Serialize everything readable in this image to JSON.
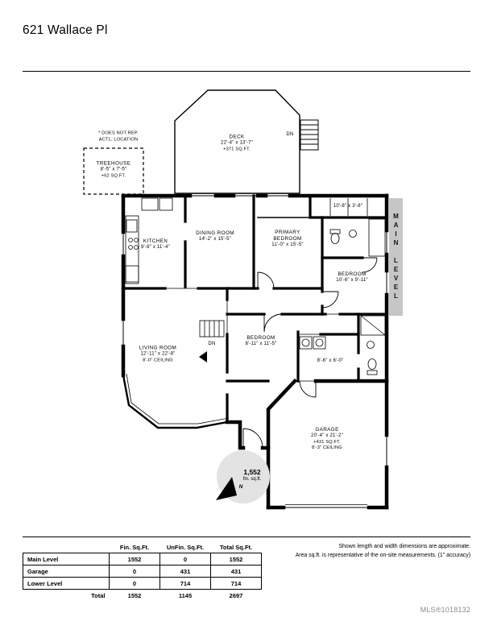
{
  "title": "621 Wallace Pl",
  "plan": {
    "note_line1": "* DOES NOT REP.",
    "note_line2": "ACTL. LOCATION",
    "treehouse": {
      "name": "TREEHOUSE",
      "dims": "8'-5\" x 7'-5\"",
      "area": "+62 SQ.FT."
    },
    "deck": {
      "name": "DECK",
      "dims": "22'-4\" x 13'-7\"",
      "area": "+371 SQ.FT."
    },
    "deck_dn": "DN",
    "closet_dims": "10'-8\" x 3'-8\"",
    "kitchen": {
      "name": "KITCHEN",
      "dims": "9'-8\" x 11'-4\""
    },
    "dining": {
      "name": "DINING ROOM",
      "dims": "14'-2\" x 15'-5\""
    },
    "primary": {
      "name1": "PRIMARY",
      "name2": "BEDROOM",
      "dims": "11'-0\" x 15'-5\""
    },
    "bedroom_right": {
      "name": "BEDROOM",
      "dims": "10'-6\" x 9'-11\""
    },
    "bedroom_mid": {
      "name": "BEDROOM",
      "dims": "8'-11\" x 11'-5\""
    },
    "hall_dims": "8'-6\" x 6'-0\"",
    "living": {
      "name": "LIVING ROOM",
      "dims": "12'-11\" x 22'-8\"",
      "ceiling": "8'-0\" CEILING"
    },
    "living_dn": "DN",
    "garage": {
      "name": "GARAGE",
      "dims": "20'-4\" x 21'-2\"",
      "area": "+431 SQ.FT.",
      "ceiling": "8'-3\" CEILING"
    },
    "level_label": "MAIN LEVEL",
    "compass": {
      "value": "1,552",
      "unit": "fin. sq.ft.",
      "north": "N"
    }
  },
  "table": {
    "headers": [
      "Fin. Sq.Ft.",
      "UnFin. Sq.Ft.",
      "Total Sq.Ft."
    ],
    "rows": [
      {
        "label": "Main Level",
        "fin": "1552",
        "unfin": "0",
        "total": "1552"
      },
      {
        "label": "Garage",
        "fin": "0",
        "unfin": "431",
        "total": "431"
      },
      {
        "label": "Lower Level",
        "fin": "0",
        "unfin": "714",
        "total": "714"
      }
    ],
    "total": {
      "label": "Total",
      "fin": "1552",
      "unfin": "1145",
      "total": "2697"
    }
  },
  "footer": {
    "note1": "Shown length and width dimensions are approximate.",
    "note2": "Area sq.ft. is representative of the on-site measurements. (1\" accuracy)",
    "mls": "MLS®1018132"
  },
  "colors": {
    "level_box": "#c6c6c6",
    "compass_circle": "#e3e3e3",
    "mls_text": "#8c8c8c"
  }
}
